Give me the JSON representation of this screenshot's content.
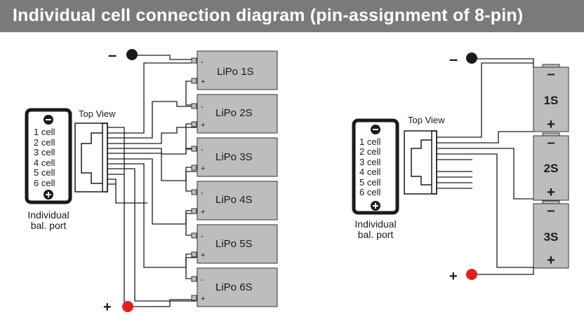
{
  "title": "Individual cell connection diagram (pin-assignment of 8-pin)",
  "left": {
    "top_view_label": "Top View",
    "port_cells": [
      "1 cell",
      "2 cell",
      "3 cell",
      "4 cell",
      "5 cell",
      "6 cell"
    ],
    "port_caption_1": "Individual",
    "port_caption_2": "bal. port",
    "battery_labels": [
      "LiPo 1S",
      "LiPo 2S",
      "LiPo 3S",
      "LiPo 4S",
      "LiPo 5S",
      "LiPo 6S"
    ],
    "terminal_minus": "-",
    "terminal_plus": "+",
    "minus_sign": "–",
    "plus_sign": "+"
  },
  "right": {
    "top_view_label": "Top View",
    "port_cells": [
      "1 cell",
      "2 cell",
      "3 cell",
      "4 cell",
      "5 cell",
      "6 cell"
    ],
    "port_caption_1": "Individual",
    "port_caption_2": "bal. port",
    "cell_labels": [
      "1S",
      "2S",
      "3S"
    ],
    "cell_minus": "–",
    "cell_plus": "+",
    "minus_sign": "–",
    "plus_sign": "+"
  },
  "colors": {
    "title_bg": "#7a7a7a",
    "battery_fill": "#bdbdbd",
    "positive_dot": "#e02020",
    "negative_dot": "#1a1a1a"
  }
}
